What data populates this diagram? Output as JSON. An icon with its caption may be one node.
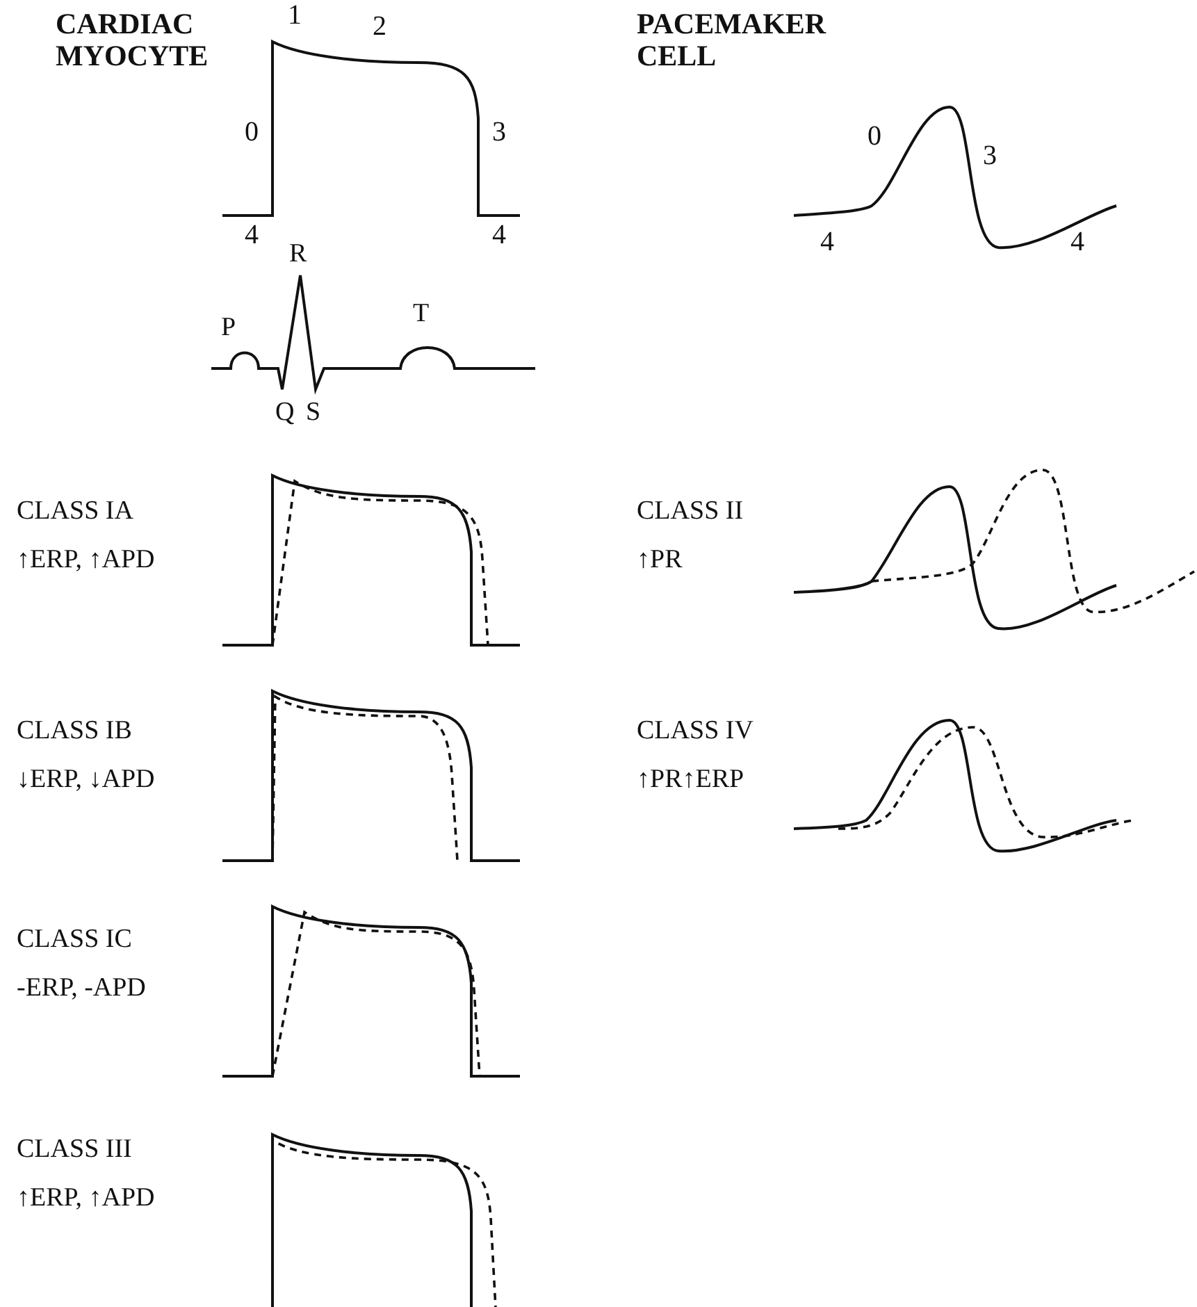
{
  "diagram": {
    "labels": [
      "CARDIAC MYOCYTE",
      "PACEMAKER CELL",
      "1",
      "2",
      "0",
      "3",
      "0",
      "3",
      "4",
      "4",
      "4",
      "4",
      "R",
      "P",
      "T",
      "Q",
      "S",
      "CLASS IA",
      "↑ERP, ↑APD",
      "CLASS II",
      "↑PR",
      "CLASS IB",
      "↓ERP, ↓APD",
      "CLASS IV",
      "↑PR↑ERP",
      "CLASS IC",
      "-ERP, -APD",
      "CLASS III",
      "↑ERP, ↑APD"
    ]
  }
}
